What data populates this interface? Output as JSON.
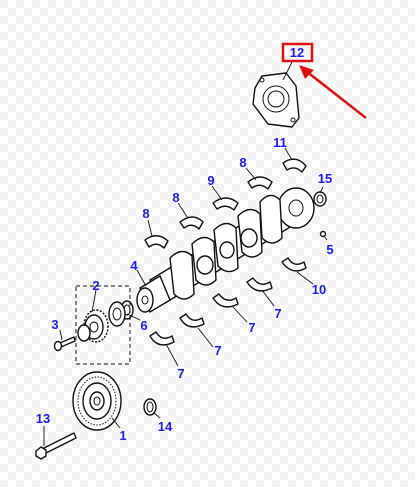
{
  "colors": {
    "callout_text": "#1a1aff",
    "highlight": "#e01010",
    "line": "#111111",
    "checker": "#f2f2f2"
  },
  "callouts": [
    {
      "id": "c12",
      "label": "12",
      "highlighted": true
    },
    {
      "id": "c11",
      "label": "11"
    },
    {
      "id": "c15",
      "label": "15"
    },
    {
      "id": "c8a",
      "label": "8"
    },
    {
      "id": "c9",
      "label": "9"
    },
    {
      "id": "c8b",
      "label": "8"
    },
    {
      "id": "c8c",
      "label": "8"
    },
    {
      "id": "c5",
      "label": "5"
    },
    {
      "id": "c10",
      "label": "10"
    },
    {
      "id": "c4",
      "label": "4"
    },
    {
      "id": "c2",
      "label": "2"
    },
    {
      "id": "c7a",
      "label": "7"
    },
    {
      "id": "c7b",
      "label": "7"
    },
    {
      "id": "c3",
      "label": "3"
    },
    {
      "id": "c6",
      "label": "6"
    },
    {
      "id": "c7c",
      "label": "7"
    },
    {
      "id": "c7d",
      "label": "7"
    },
    {
      "id": "c13",
      "label": "13"
    },
    {
      "id": "c1",
      "label": "1"
    },
    {
      "id": "c14",
      "label": "14"
    }
  ]
}
